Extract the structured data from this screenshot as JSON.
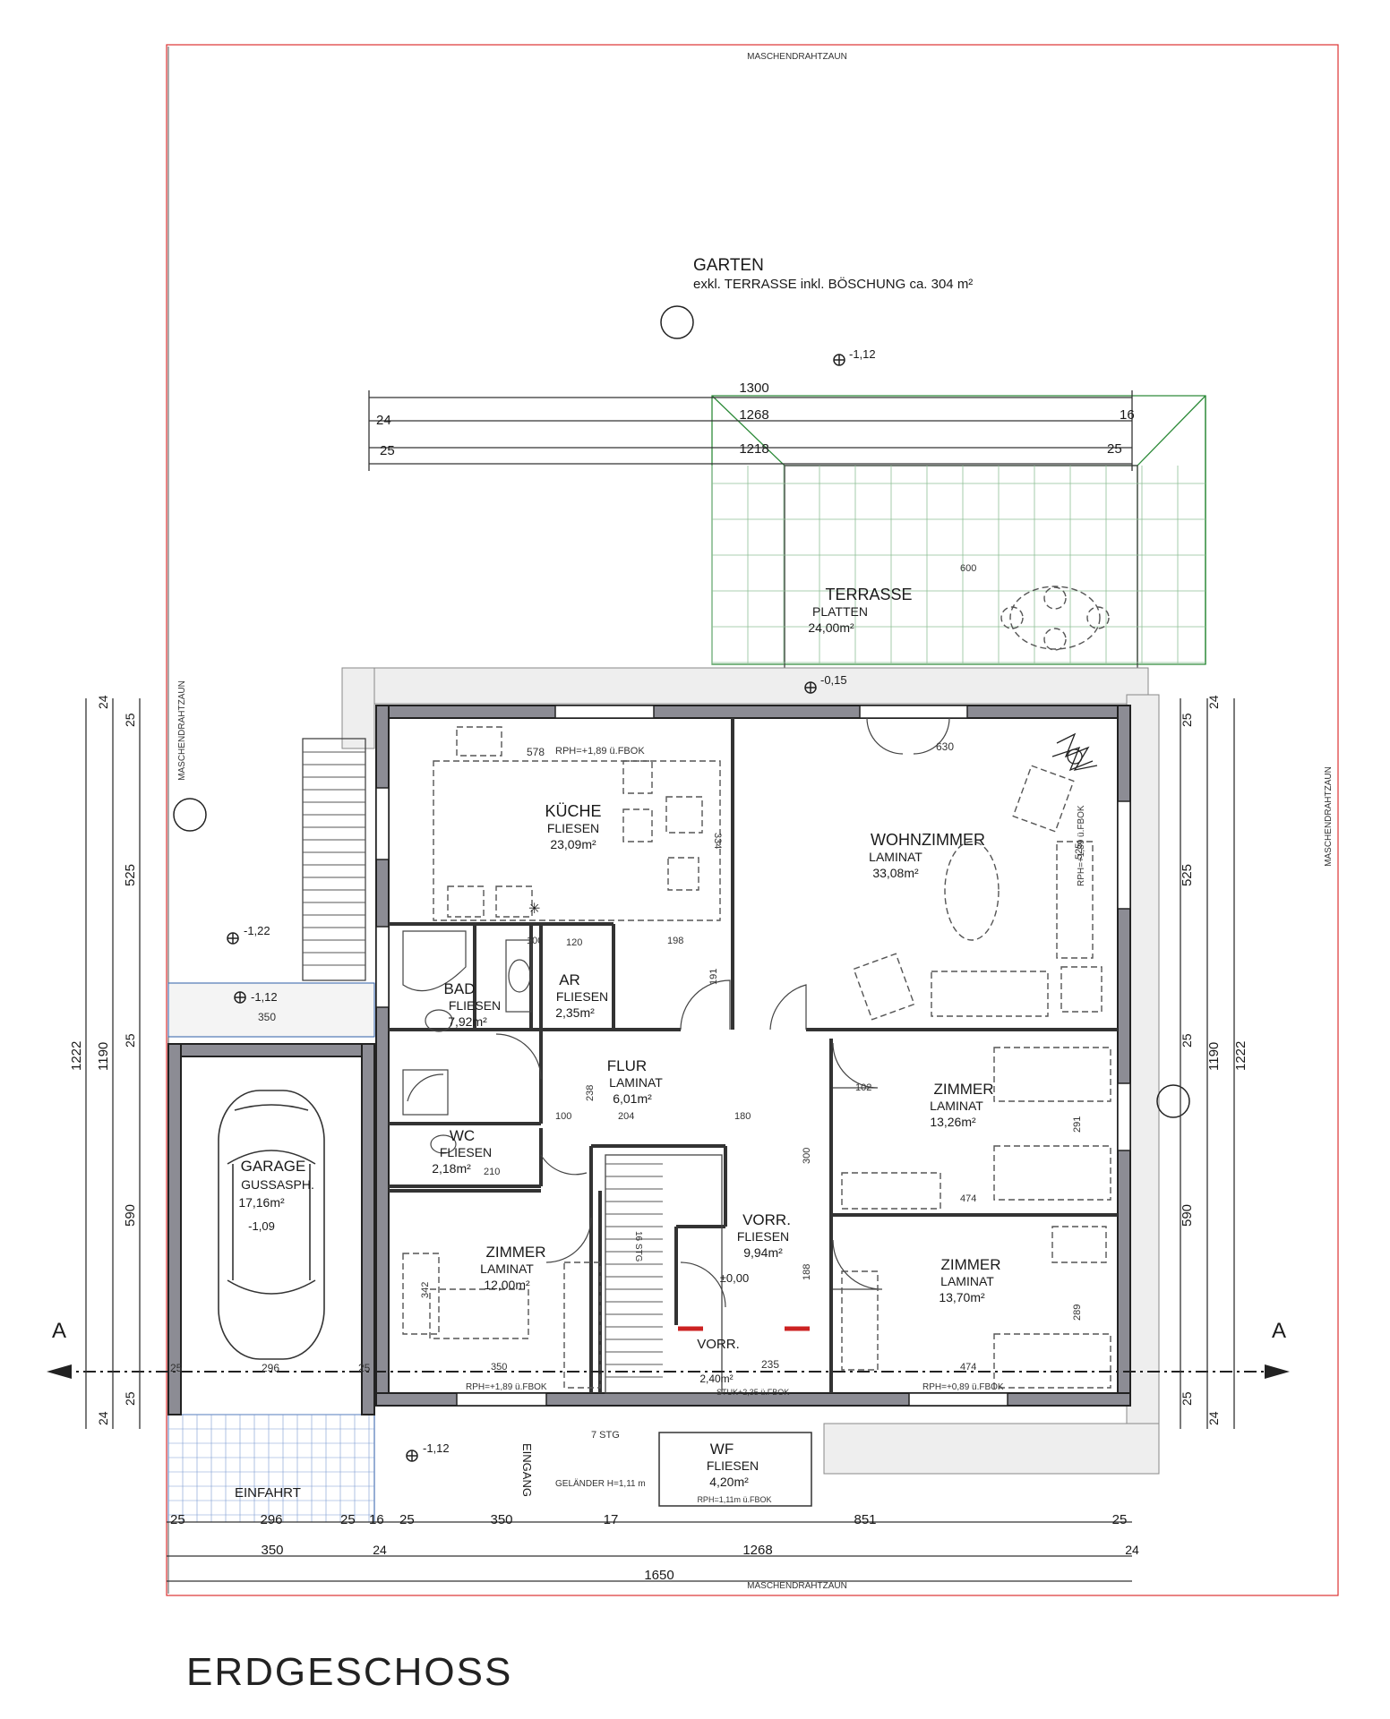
{
  "fence": {
    "top": "MASCHENDRAHTZAUN",
    "bottom": "MASCHENDRAHTZAUN",
    "left": "MASCHENDRAHTZAUN",
    "right": "MASCHENDRAHTZAUN"
  },
  "garden": {
    "name": "GARTEN",
    "description": "exkl. TERRASSE inkl. BÖSCHUNG ca. 304 m²",
    "level": "-1,12"
  },
  "rooms": {
    "terrace": {
      "name": "TERRASSE",
      "floor": "PLATTEN",
      "area": "24,00m²",
      "level": "-0,15",
      "dim": "600"
    },
    "kitchen": {
      "name": "KÜCHE",
      "floor": "FLIESEN",
      "area": "23,09m²",
      "width": "578",
      "height": "334",
      "rph": "RPH=+1,89 ü.FBOK"
    },
    "living": {
      "name": "WOHNZIMMER",
      "floor": "LAMINAT",
      "area": "33,08m²",
      "width": "630",
      "height": "525",
      "rph": "RPH=+1,89 ü.FBOK"
    },
    "bath": {
      "name": "BAD",
      "floor": "FLIESEN",
      "area": "7,92m²"
    },
    "storage": {
      "name": "AR",
      "floor": "FLIESEN",
      "area": "2,35m²"
    },
    "hall": {
      "name": "FLUR",
      "floor": "LAMINAT",
      "area": "6,01m²",
      "dims": [
        "100",
        "204",
        "180",
        "238"
      ]
    },
    "wc": {
      "name": "WC",
      "floor": "FLIESEN",
      "area": "2,18m²",
      "dim": "210"
    },
    "garage": {
      "name": "GARAGE",
      "floor": "GUSSASPH.",
      "area": "17,16m²",
      "level": "-1,09"
    },
    "room_ne": {
      "name": "ZIMMER",
      "floor": "LAMINAT",
      "area": "13,26m²",
      "dims": [
        "102",
        "474",
        "291"
      ]
    },
    "room_sw": {
      "name": "ZIMMER",
      "floor": "LAMINAT",
      "area": "12,00m²",
      "dims": [
        "350",
        "342"
      ]
    },
    "room_se": {
      "name": "ZIMMER",
      "floor": "LAMINAT",
      "area": "13,70m²",
      "dims": [
        "474",
        "289"
      ]
    },
    "foyer": {
      "name": "VORR.",
      "floor": "FLIESEN",
      "area": "9,94m²",
      "level": "±0,00",
      "dims": [
        "300",
        "188"
      ]
    },
    "windfang_small": {
      "name": "VORR.",
      "area": "2,40m²",
      "dim": "235"
    },
    "wf": {
      "name": "WF",
      "floor": "FLIESEN",
      "area": "4,20m²",
      "rph": "RPH=1,11m ü.FBOK"
    }
  },
  "labels": {
    "entrance": "EINGANG",
    "driveway": "EINFAHRT",
    "railing": "GELÄNDER H=1,11 m",
    "stairs_outside": "7 STG",
    "stairs_inside": "16 STG",
    "rph_south_left": "RPH=+1,89 ü.FBOK",
    "rph_south_right": "RPH=+0,89 ü.FBOK",
    "stuk": "STUK+2,35 ü.FBOK",
    "section_left": "A",
    "section_right": "A",
    "level_west": "-1,22",
    "level_garage_front": "-1,12",
    "level_front": "-1,12",
    "level_garage_top": "-1,12"
  },
  "dimensions": {
    "top": [
      "1300",
      "1268",
      "1218",
      "24",
      "25",
      "16",
      "25"
    ],
    "bottom_row1": [
      "25",
      "296",
      "25",
      "16",
      "25",
      "350",
      "17",
      "851",
      "25"
    ],
    "bottom_row2": [
      "350",
      "1268",
      "24",
      "24"
    ],
    "bottom_row3": [
      "1650"
    ],
    "left": [
      "24",
      "25",
      "525",
      "25",
      "590",
      "25",
      "24",
      "1190",
      "1222"
    ],
    "right": [
      "24",
      "25",
      "525",
      "25",
      "590",
      "25",
      "24",
      "1190",
      "1222"
    ],
    "garage": [
      "350",
      "296",
      "25",
      "25"
    ],
    "interior": [
      "120",
      "198",
      "191",
      "100",
      "334"
    ]
  },
  "title": "ERDGESCHOSS"
}
